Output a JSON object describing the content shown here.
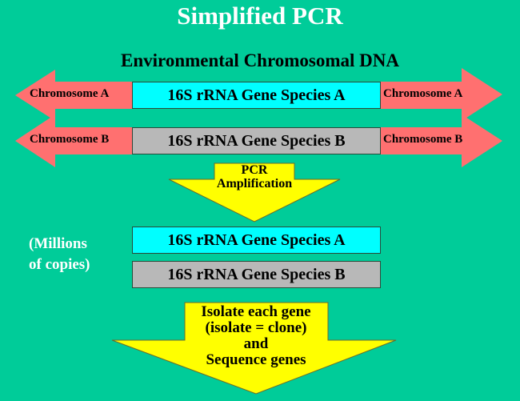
{
  "title": "Simplified PCR",
  "subtitle": "Environmental Chromosomal DNA",
  "colors": {
    "background": "#00CC99",
    "chromosome_arrow": "#FF7070",
    "species_a_box": "#00FFFF",
    "species_b_box": "#B8B8B8",
    "process_arrow": "#FFFF00"
  },
  "chromosomes": [
    {
      "left_label": "Chromosome A",
      "gene_label": "16S rRNA Gene Species A",
      "right_label": "Chromosome A"
    },
    {
      "left_label": "Chromosome B",
      "gene_label": "16S rRNA Gene Species B",
      "right_label": "Chromosome B"
    }
  ],
  "pcr_step": {
    "line1": "PCR",
    "line2": "Amplification"
  },
  "amplified": {
    "note_line1": "(Millions",
    "note_line2": "of copies)",
    "genes": [
      "16S rRNA Gene Species A",
      "16S rRNA Gene Species B"
    ]
  },
  "final_step": {
    "line1": "Isolate each gene",
    "line2": "(isolate = clone)",
    "line3": "and",
    "line4": "Sequence genes"
  }
}
